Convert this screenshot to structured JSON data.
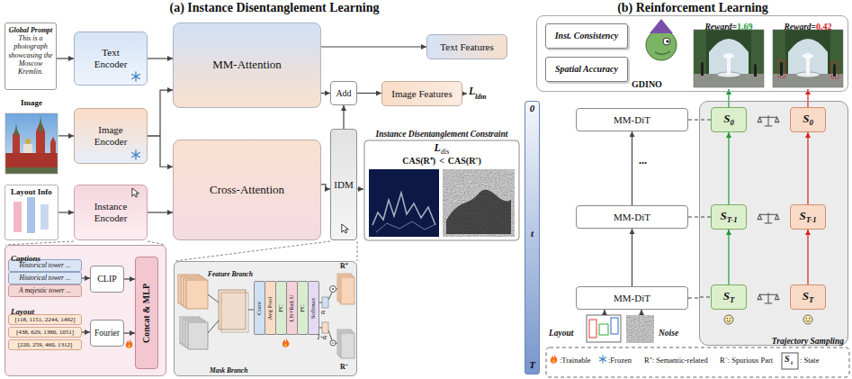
{
  "diagram": {
    "nodes": [
      {
        "text": [
          "Global Prompt",
          "This is a photograph showcasing the Moscow Kremlin."
        ]
      },
      {
        "text": [
          "Image"
        ]
      },
      {
        "text": [
          "Layout Info"
        ]
      },
      {
        "text": [
          "Text Encoder"
        ]
      },
      {
        "text": [
          "Image Encoder"
        ]
      },
      {
        "text": [
          "Instance Encoder"
        ]
      },
      {
        "text": [
          "MM-Attention"
        ]
      },
      {
        "text": [
          "Cross-Attention"
        ]
      },
      {
        "text": [
          "Add"
        ]
      },
      {
        "text": [
          "IDM"
        ]
      },
      {
        "text": [
          "Text Features"
        ]
      },
      {
        "text": [
          "Image Features"
        ]
      },
      {
        "text": [
          "Instance Disentanglement Constraint",
          "L",
          "dis",
          "CAS(R⁺)",
          "<",
          "CAS(R⁻)"
        ]
      },
      {
        "text": [
          "Captions",
          "Layout"
        ]
      },
      {
        "text": [
          "Historical tower ..."
        ],
        "in": 13
      },
      {
        "text": [
          "Historical tower ..."
        ],
        "in": 13
      },
      {
        "text": [
          "A majestic tower ..."
        ],
        "in": 13
      },
      {
        "text": [
          "CLIP"
        ],
        "in": 13
      },
      {
        "text": [
          "[118, 1151, 2244, 1492]"
        ],
        "in": 13
      },
      {
        "text": [
          "[438, 629, 1380, 1051]"
        ],
        "in": 13
      },
      {
        "text": [
          "[220, 259, 460, 1312]"
        ],
        "in": 13
      },
      {
        "text": [
          "Fourier"
        ],
        "in": 13
      },
      {
        "text": [
          "Concat & MLP"
        ],
        "in": 13
      },
      {
        "text": [
          "Feature Branch",
          "Mask Branch"
        ]
      },
      {
        "text": [
          "Conv"
        ],
        "in": 23
      },
      {
        "text": [
          "Avg Pool"
        ],
        "in": 23
      },
      {
        "text": [
          "FC"
        ],
        "in": 23
      },
      {
        "text": [
          "LN+ReLU"
        ],
        "in": 23
      },
      {
        "text": [
          "FC"
        ],
        "in": 23
      },
      {
        "text": [
          "Softmax"
        ],
        "in": 23
      },
      {
        "text": [
          "GDINO"
        ]
      },
      {
        "text": [
          "Inst. Consistency"
        ],
        "in": 30
      },
      {
        "text": [
          "Spatial Accuracy"
        ],
        "in": 30
      },
      {
        "text": [
          "Reward=",
          "1.69"
        ],
        "in": 30
      },
      {
        "text": [
          "Reward=",
          "0.42"
        ],
        "in": 30
      },
      {
        "text": [
          "0",
          "t",
          "T"
        ]
      },
      {
        "text": [
          "MM-DiT"
        ]
      },
      {
        "text": [
          "MM-DiT"
        ]
      },
      {
        "text": [
          "MM-DiT"
        ]
      },
      {
        "text": [
          "Trajectory Sampling"
        ]
      },
      {
        "text": [
          "S",
          "0"
        ],
        "in": 39
      },
      {
        "text": [
          "S",
          "0"
        ],
        "in": 39
      },
      {
        "text": [
          "S",
          "T-1"
        ],
        "in": 39
      },
      {
        "text": [
          "S",
          "T-1"
        ],
        "in": 39
      },
      {
        "text": [
          "S",
          "T"
        ],
        "in": 39
      },
      {
        "text": [
          "S",
          "T"
        ],
        "in": 39
      },
      {
        "text": [
          "Layout"
        ]
      },
      {
        "text": [
          "Noise"
        ]
      }
    ],
    "edges": [
      {
        "from": 0,
        "to": 3,
        "arrow": "to"
      },
      {
        "from": 1,
        "to": 4,
        "arrow": "to"
      },
      {
        "from": 2,
        "to": 5,
        "arrow": "to"
      },
      {
        "from": 3,
        "to": 6,
        "arrow": "to"
      },
      {
        "from": 4,
        "to": 6,
        "arrow": "to"
      },
      {
        "from": 4,
        "to": 7,
        "arrow": "to"
      },
      {
        "from": 5,
        "to": 7,
        "arrow": "to"
      },
      {
        "from": 6,
        "to": 10,
        "arrow": "to"
      },
      {
        "from": 6,
        "to": 8,
        "arrow": "to"
      },
      {
        "from": 7,
        "to": 9,
        "arrow": "to"
      },
      {
        "from": 9,
        "to": 8,
        "arrow": "to"
      },
      {
        "from": 8,
        "to": 11,
        "arrow": "to"
      },
      {
        "from": 9,
        "to": 12,
        "arrow": "to"
      },
      {
        "from": 15,
        "to": 17,
        "arrow": "to"
      },
      {
        "from": 19,
        "to": 21,
        "arrow": "to"
      },
      {
        "from": 17,
        "to": 22,
        "arrow": "to"
      },
      {
        "from": 21,
        "to": 22,
        "arrow": "to"
      },
      {
        "from": 38,
        "to": 37,
        "arrow": "to"
      },
      {
        "from": 37,
        "to": 36,
        "arrow": "to"
      },
      {
        "from": 46,
        "to": 38,
        "arrow": "to"
      },
      {
        "from": 47,
        "to": 38,
        "arrow": "to"
      },
      {
        "from": 36,
        "to": 40,
        "arrow": "none"
      },
      {
        "from": 37,
        "to": 42,
        "arrow": "none"
      },
      {
        "from": 38,
        "to": 44,
        "arrow": "none"
      },
      {
        "from": 44,
        "to": 42,
        "arrow": "to"
      },
      {
        "from": 42,
        "to": 40,
        "arrow": "to"
      },
      {
        "from": 45,
        "to": 43,
        "arrow": "to"
      },
      {
        "from": 43,
        "to": 41,
        "arrow": "to"
      },
      {
        "from": 40,
        "to": 33,
        "arrow": "to"
      },
      {
        "from": 41,
        "to": 34,
        "arrow": "to"
      }
    ],
    "labels": [
      "(a) Instance Disentanglement Learning",
      "(b) Reinforcement Learning",
      "L",
      "ldm",
      "R⁺",
      "R⁻",
      "α",
      "1-α",
      "...",
      "S",
      "t"
    ],
    "legend": [
      {
        "text": ":Trainable"
      },
      {
        "text": ":Frozen"
      },
      {
        "text": "R⁺: Semantic-related"
      },
      {
        "text": "R⁻: Spurious Part"
      },
      {
        "text": ": State"
      }
    ]
  }
}
